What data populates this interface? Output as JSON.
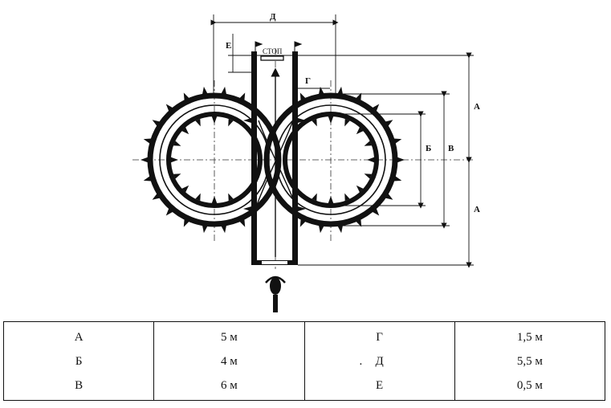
{
  "diagram": {
    "stop_sign": "СТОП",
    "dimensions": {
      "A": "А",
      "B": "Б",
      "V": "В",
      "G": "Г",
      "D": "Д",
      "E": "Е"
    }
  },
  "legend": {
    "rows": [
      {
        "left_letter": "А",
        "left_value": "5 м",
        "right_letter": "Г",
        "right_value": "1,5 м"
      },
      {
        "left_letter": "Б",
        "left_value": "4 м",
        "right_letter": "Д",
        "right_value": "5,5 м"
      },
      {
        "left_letter": "В",
        "left_value": "6 м",
        "right_letter": "Е",
        "right_value": "0,5 м"
      }
    ],
    "stray_mark": "."
  }
}
